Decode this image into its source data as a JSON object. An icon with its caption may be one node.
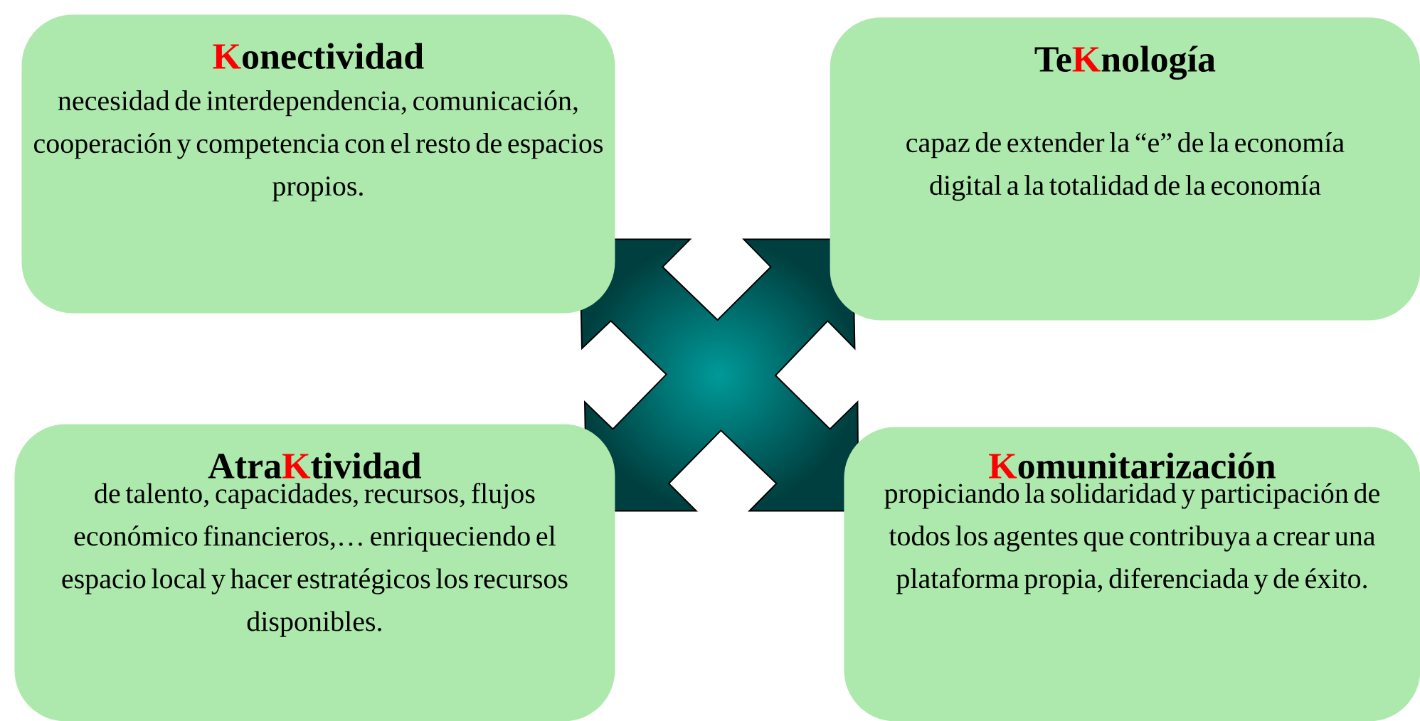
{
  "diagram": {
    "nodes": [
      {
        "text": [
          "Konectividad",
          "necesidad de interdependencia, comunicación, cooperación y competencia con el resto de espacios propios."
        ]
      },
      {
        "text": [
          "TeKnología",
          "capaz de extender la “e” de la economía digital a la totalidad de la economía"
        ]
      },
      {
        "text": [
          "AtraKtividad",
          "de talento, capacidades, recursos, flujos económico financieros,… enriqueciendo el espacio local y hacer estratégicos los recursos disponibles."
        ]
      },
      {
        "text": [
          "Komunitarización",
          "propiciando la solidaridad y participación de todos los agentes que contribuya a crear una plataforma propia, diferenciada y de éxito."
        ]
      }
    ]
  }
}
